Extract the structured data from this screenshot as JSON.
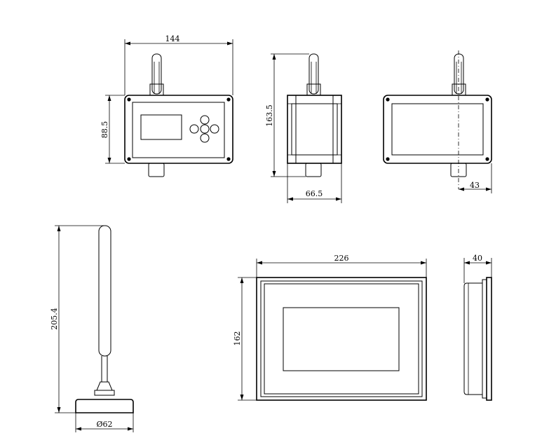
{
  "dimensions": {
    "sensor_width": "144",
    "sensor_height": "88.5",
    "side_height": "163.5",
    "side_depth": "66.5",
    "rear_offset": "43",
    "antenna_height": "205.4",
    "antenna_base_diameter": "Ø62",
    "panel_width": "226",
    "panel_height": "162",
    "panel_depth": "40"
  }
}
